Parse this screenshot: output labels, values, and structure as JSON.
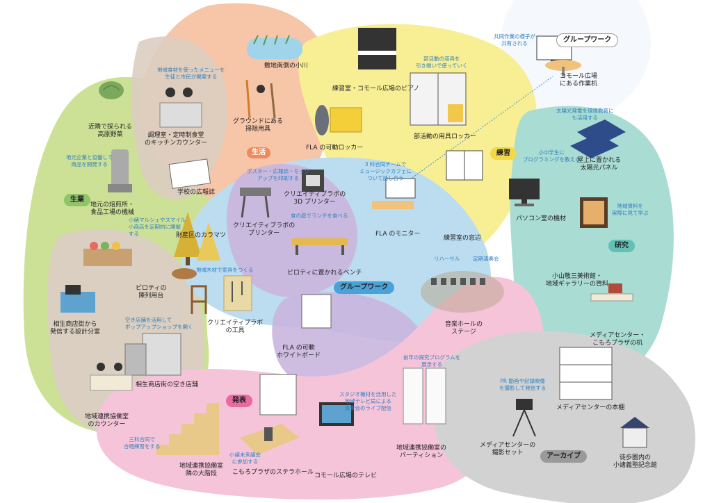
{
  "categories": {
    "seisan": "生業",
    "seikatsu": "生活",
    "renshu": "練習",
    "kenkyu": "研究",
    "group_center": "グループワーク",
    "group_top": "グループワーク",
    "happyo": "発表",
    "archive": "アーカイブ"
  },
  "colors": {
    "seisan": "#c9df8e",
    "seikatsu": "#f6c4a6",
    "renshu": "#f7ec8f",
    "kenkyu": "#a8dcd5",
    "group": "#bcd9ef",
    "group_purple": "#cdb7dc",
    "happyo": "#f6c3d8",
    "archive": "#cfcfcf",
    "brown": "#d8ccc2"
  },
  "items": {
    "kogawa": "敷地南側の小川",
    "piano": "練習室・コモール広場のピアノ",
    "groupwork_top": "コモール広場\nにある作業机",
    "yasai": "近隣で採られる\n高原野菜",
    "kitchen": "調理室・定時制食堂\nのキッチンカウンター",
    "souji": "グラウンドにある\n掃除用具",
    "locker": "FLA の可動ロッカー",
    "bukatsu_locker": "部活動の用具ロッカー",
    "koho": "学校の広報誌",
    "printer3d": "クリエイティブラボの\n3D プリンター",
    "printer": "クリエイティブラボの\nプリンター",
    "baiten": "地元の焙煎所・\n食品工場の機械",
    "karamatsu": "財産区のカラマツ",
    "bench": "ピロティに置かれるベンチ",
    "monitor": "FLA のモニター",
    "madobe": "練習室の窓辺",
    "pc": "パソコン室の機材",
    "panel": "屋上に置かれる\n太陽光パネル",
    "museum": "小山敬三美術館・\n地域ギャラリーの資料",
    "table": "ピロティの\n陳列用台",
    "tools": "クリエイティブラボ\nの工具",
    "sekkei": "相生商店街から\n発信する設計分室",
    "akiten": "相生商店街の空き店舗",
    "whiteboard": "FLA の可動\nホワイトボード",
    "hall": "音楽ホールの\nステージ",
    "desk": "メディアセンター・\nこもろプラザの机",
    "counter": "地域連携協働室\nのカウンター",
    "kaidan": "地域連携協働室\n隣の大階段",
    "stellar": "こもろプラザのステラホール",
    "tv": "コモール広場のテレビ",
    "partition": "地域連携協働室の\nパーティション",
    "satsuei": "メディアセンターの\n撮影セット",
    "hondana": "メディアセンターの本棚",
    "kinenkan": "徒歩圏内の\n小諸義塾記念館"
  },
  "notes": {
    "menu": "地域食材を使ったメニューを\n生徒と市民が開発する",
    "bukatsu": "部活動の道具を\n引き継いで使っていく",
    "kyodo": "共同作業の様子が\n共有される",
    "kigyo": "地元企業と協働して\n商品を開発する",
    "poster": "ポスター・広報誌・モック\nアップを印刷する",
    "music_cafe": "3 科合同チームで\nミュージックカフェに\nついて話し合う",
    "solar": "太陽光発電を環境教育に\nも活用する",
    "programming": "小中学生に\nプログラミングを教える",
    "marche": "小諸マルシェやスマイル\n小商店を定期的に開催\nする",
    "lunch": "食の庭でランチを食べる",
    "shiryo": "地域資料を\n実際に見て学ぶ",
    "kagu": "地域木材で家具をつくる",
    "rehearsal": "リハーサル",
    "teiki": "定期演奏会",
    "popup": "空き店舗を活用して\nポップアップショップを開く",
    "tankyu": "前年の探究プログラムを\n展示する",
    "pr": "PR 動画や記録映像\nを撮影して発信する",
    "studio": "スタジオ機材を活用した\n地域テレビ局による\n演奏会のライブ配信",
    "gassho": "三科合同で\n合唱練習をする",
    "gikai": "小諸未来議会\nに参加する"
  }
}
